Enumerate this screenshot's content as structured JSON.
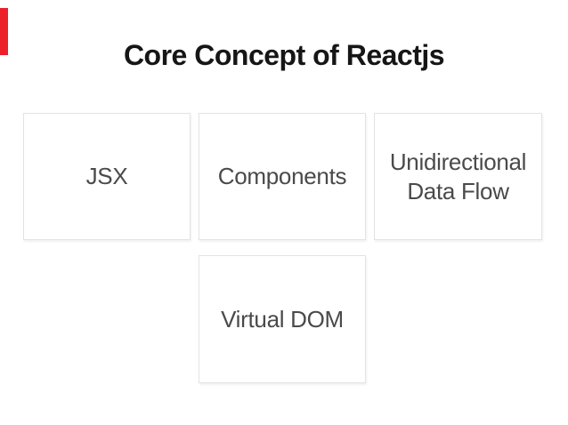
{
  "slide": {
    "title": "Core Concept of Reactjs",
    "concepts": [
      {
        "id": "jsx",
        "label": "JSX"
      },
      {
        "id": "components",
        "label": "Components"
      },
      {
        "id": "unidirectional-data-flow",
        "label": "Unidirectional Data Flow"
      },
      {
        "id": "virtual-dom",
        "label": "Virtual DOM"
      }
    ],
    "colors": {
      "accent_bar": "#ec2028",
      "title_text": "#161616",
      "box_text": "#4a4a4a",
      "box_border": "#e3e3e3",
      "background": "#ffffff"
    }
  }
}
